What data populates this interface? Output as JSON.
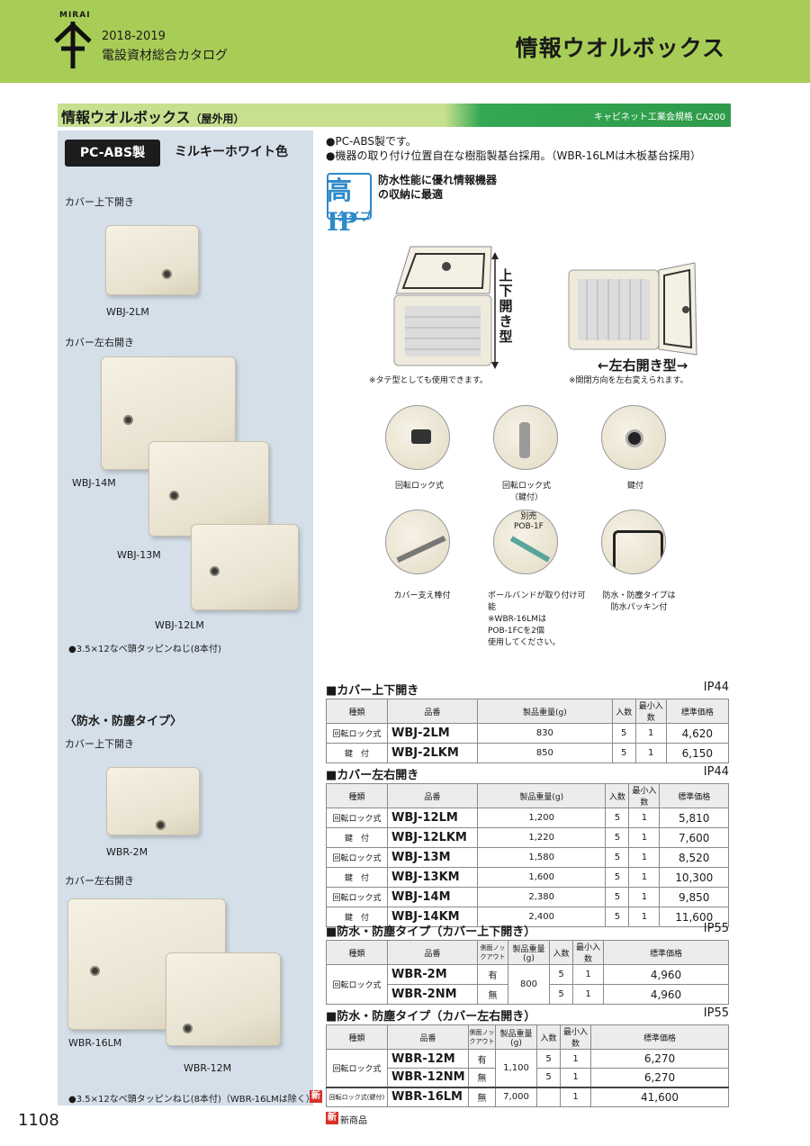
{
  "header": {
    "logo_text": "MIRAI",
    "catalog_year": "2018-2019",
    "catalog_name": "電設資材総合カタログ",
    "page_title": "情報ウオルボックス",
    "bg_color": "#a8cd57"
  },
  "section": {
    "title": "情報ウオルボックス",
    "title_suffix": "（屋外用）",
    "standard": "キャビネット工業会規格 CA200"
  },
  "left": {
    "material_badge": "PC-ABS製",
    "color_name": "ミルキーホワイト色",
    "label_updown_1": "カバー上下開き",
    "label_leftright_1": "カバー左右開き",
    "models_1": [
      "WBJ-2LM",
      "WBJ-14M",
      "WBJ-13M",
      "WBJ-12LM"
    ],
    "screw_note_1": "●3.5×12なべ頭タッピンねじ(8本付)",
    "waterproof_heading": "〈防水・防塵タイプ〉",
    "label_updown_2": "カバー上下開き",
    "label_leftright_2": "カバー左右開き",
    "models_2": [
      "WBR-2M",
      "WBR-16LM",
      "WBR-12M"
    ],
    "screw_note_2": "●3.5×12なべ頭タッピンねじ(8本付)（WBR-16LMは除く）"
  },
  "intro": {
    "bullets": [
      "●PC-ABS製です。",
      "●機器の取り付け位置自在な樹脂製基台採用。（WBR-16LMは木板基台採用）"
    ],
    "ip_main": "高IP",
    "ip_sub": "タイプ",
    "ip_desc": "防水性能に優れ情報機器の収納に最適",
    "vertical_label": "上下開き型",
    "horizontal_label": "←左右開き型→",
    "note_vertical": "※タテ型としても使用できます。",
    "note_horizontal": "※開閉方向を左右変えられます。"
  },
  "features": [
    {
      "caption": "回転ロック式"
    },
    {
      "caption": "回転ロック式\n（鍵付）"
    },
    {
      "caption": "鍵付"
    },
    {
      "caption": "カバー支え棒付"
    },
    {
      "caption": "ポールバンドが取り付け可能\n※WBR-16LMは\nPOB-1FCを2個\n使用してください。",
      "tag": "別売\nPOB-1F"
    },
    {
      "caption": "防水・防塵タイプは\n防水パッキン付"
    }
  ],
  "tables": {
    "headers": {
      "kind": "種類",
      "model": "品番",
      "weight": "製品重量(g)",
      "side": "側面ノックアウト",
      "qty": "入数",
      "minqty": "最小入数",
      "price": "標準価格"
    },
    "t1": {
      "title": "■カバー上下開き",
      "ip": "IP44",
      "rows": [
        {
          "kind": "回転ロック式",
          "model": "WBJ-2LM",
          "weight": "830",
          "qty": "5",
          "min": "1",
          "price": "4,620"
        },
        {
          "kind": "鍵　付",
          "model": "WBJ-2LKM",
          "weight": "850",
          "qty": "5",
          "min": "1",
          "price": "6,150"
        }
      ]
    },
    "t2": {
      "title": "■カバー左右開き",
      "ip": "IP44",
      "rows": [
        {
          "kind": "回転ロック式",
          "model": "WBJ-12LM",
          "weight": "1,200",
          "qty": "5",
          "min": "1",
          "price": "5,810"
        },
        {
          "kind": "鍵　付",
          "model": "WBJ-12LKM",
          "weight": "1,220",
          "qty": "5",
          "min": "1",
          "price": "7,600"
        },
        {
          "kind": "回転ロック式",
          "model": "WBJ-13M",
          "weight": "1,580",
          "qty": "5",
          "min": "1",
          "price": "8,520"
        },
        {
          "kind": "鍵　付",
          "model": "WBJ-13KM",
          "weight": "1,600",
          "qty": "5",
          "min": "1",
          "price": "10,300"
        },
        {
          "kind": "回転ロック式",
          "model": "WBJ-14M",
          "weight": "2,380",
          "qty": "5",
          "min": "1",
          "price": "9,850"
        },
        {
          "kind": "鍵　付",
          "model": "WBJ-14KM",
          "weight": "2,400",
          "qty": "5",
          "min": "1",
          "price": "11,600"
        }
      ]
    },
    "t3": {
      "title": "■防水・防塵タイプ（カバー上下開き）",
      "ip": "IP55",
      "kind": "回転ロック式",
      "weight": "800",
      "rows": [
        {
          "model": "WBR-2M",
          "side": "有",
          "qty": "5",
          "min": "1",
          "price": "4,960"
        },
        {
          "model": "WBR-2NM",
          "side": "無",
          "qty": "5",
          "min": "1",
          "price": "4,960"
        }
      ]
    },
    "t4": {
      "title": "■防水・防塵タイプ（カバー左右開き）",
      "ip": "IP55",
      "kind": "回転ロック式",
      "weight": "1,100",
      "rows": [
        {
          "model": "WBR-12M",
          "side": "有",
          "qty": "5",
          "min": "1",
          "price": "6,270"
        },
        {
          "model": "WBR-12NM",
          "side": "無",
          "qty": "5",
          "min": "1",
          "price": "6,270"
        }
      ],
      "last": {
        "new": "新",
        "kind": "回転ロック式(鍵付)",
        "model": "WBR-16LM",
        "side": "無",
        "weight": "7,000",
        "qty": "",
        "min": "1",
        "price": "41,600"
      }
    }
  },
  "footer": {
    "page": "1108",
    "new_mark": "新",
    "new_label": "新商品"
  }
}
